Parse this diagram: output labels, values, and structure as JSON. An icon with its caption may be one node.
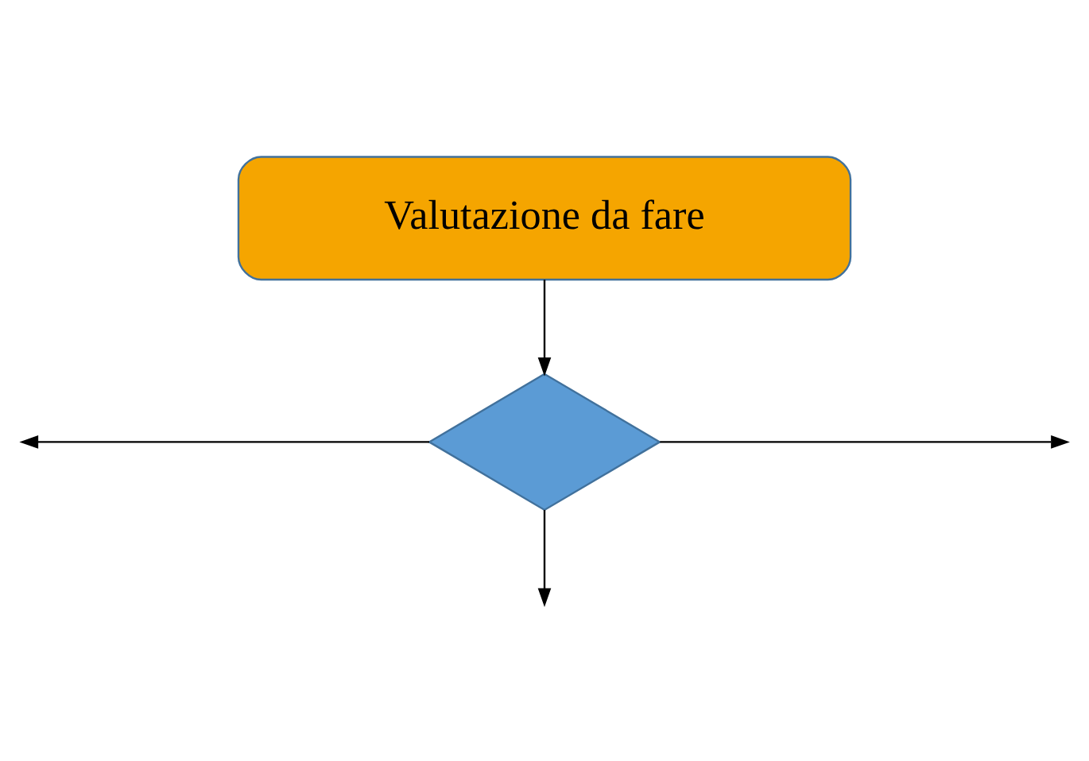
{
  "diagram": {
    "nodes": [
      {
        "text": [
          "Valutazione da fare"
        ]
      },
      {
        "text": [],
        "shape": "diamond"
      }
    ],
    "edges": [
      {
        "from": 0,
        "to": 1,
        "arrow": "to"
      },
      {
        "from": 1,
        "to": null,
        "arrow": "to"
      },
      {
        "from": 1,
        "to": null,
        "arrow": "to"
      },
      {
        "from": 1,
        "to": null,
        "arrow": "to"
      }
    ]
  }
}
